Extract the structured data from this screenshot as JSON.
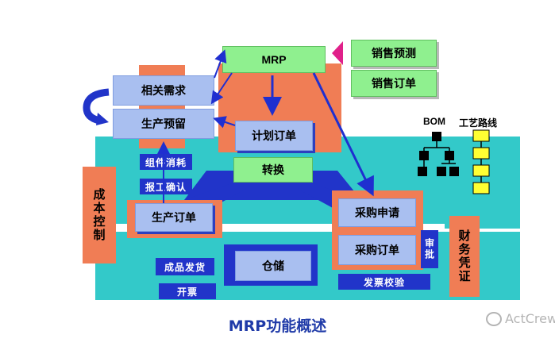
{
  "nodes": {
    "mrp": "MRP",
    "sales_forecast": "销售预测",
    "sales_order": "销售订单",
    "related_demand": "相关需求",
    "production_reserve": "生产预留",
    "planned_order": "计划订单",
    "conversion": "转换",
    "component_consumption": "组件消耗",
    "work_report": "报工确认",
    "production_order": "生产订单",
    "purchase_requisition": "采购申请",
    "purchase_order": "采购订单",
    "approval": "审批",
    "cost_control": "成本控制",
    "finance_voucher": "财务凭证",
    "finished_goods_shipping": "成品发货",
    "invoicing": "开票",
    "warehouse": "仓储",
    "invoice_verification": "发票校验"
  },
  "legend": {
    "bom_label": "BOM",
    "routing_label": "工艺路线"
  },
  "title": "MRP功能概述",
  "watermark": "ActCrew",
  "colors": {
    "teal": "#33c9c9",
    "orange": "#f07d55",
    "light_blue": "#a9bff0",
    "navy": "#2134c9",
    "green": "#8ff08f",
    "magenta": "#e0208a",
    "arrow_blue": "#1f2fd0",
    "yellow": "#ffff33"
  }
}
